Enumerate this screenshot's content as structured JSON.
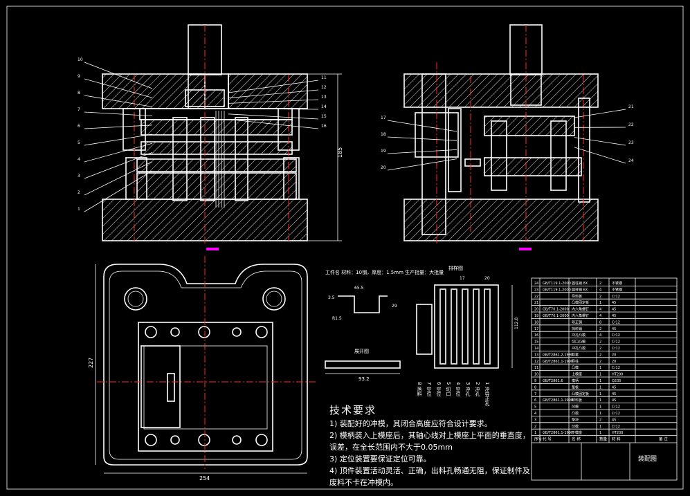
{
  "front_view": {
    "left_callouts": [
      "10",
      "9",
      "8",
      "7",
      "6",
      "5",
      "4",
      "3",
      "2",
      "1"
    ],
    "right_callouts": [
      "11",
      "12",
      "13",
      "14",
      "15",
      "16"
    ],
    "height_dim": "185"
  },
  "side_view": {
    "left_callouts": [
      "17",
      "18",
      "19",
      "20"
    ],
    "right_callouts": [
      "21",
      "22",
      "23",
      "24"
    ]
  },
  "plan_view": {
    "width_dim": "254",
    "height_dim": "227"
  },
  "part_info": "工件名  材料：10钢，厚度：1.5mm  生产批量：大批量",
  "part_dims": {
    "top": "65.5",
    "left": "3.5",
    "right": "29",
    "base": "R1.5"
  },
  "blank_label": "展开图",
  "blank_dim": "93.2",
  "strip_label": "排样图",
  "strip_dims": {
    "a": "17",
    "b": "20",
    "c": "112.8"
  },
  "station_labels": [
    "8 落料",
    "7 空位",
    "6 空位",
    "5 切口",
    "4 空位",
    "3 冲孔",
    "2 冲孔",
    "1 冲导正孔"
  ],
  "tech": {
    "heading": "技术要求",
    "items": [
      "1) 装配好的冲模，其闭合高度应符合设计要求。",
      "2) 模柄装入上模座后，其轴心线对上模座上平面的垂直度，误差，在全长范围内不大于0.05mm",
      "3) 定位装置要保证定位可靠。",
      "4) 顶件装置活动灵活、正确，出料孔畅通无阻，保证制件及废料不卡在冲模内。"
    ]
  },
  "bom": {
    "rows": [
      [
        "24",
        "GB/T119.1-2000",
        "圆柱销 8X",
        "2",
        "不锈钢",
        ""
      ],
      [
        "23",
        "GB/T119.1-2000",
        "圆柱销 6X",
        "4",
        "不锈钢",
        ""
      ],
      [
        "22",
        "",
        "导料板",
        "2",
        "Cr12",
        ""
      ],
      [
        "21",
        "",
        "凸模固定板",
        "1",
        "45",
        ""
      ],
      [
        "20",
        "GB/T70.1-2000",
        "内六角螺钉",
        "4",
        "45",
        ""
      ],
      [
        "19",
        "GB/T70.1-2000",
        "内六角螺钉",
        "4",
        "45",
        ""
      ],
      [
        "18",
        "",
        "导正销",
        "8",
        "Cr12",
        ""
      ],
      [
        "17",
        "",
        "挡料销",
        "2",
        "45",
        ""
      ],
      [
        "16",
        "",
        "冲孔凸模",
        "4",
        "Cr12",
        ""
      ],
      [
        "15",
        "",
        "切口凸模",
        "2",
        "Cr12",
        ""
      ],
      [
        "14",
        "",
        "冲孔凸模",
        "2",
        "Cr12",
        ""
      ],
      [
        "13",
        "GB/T2861.2-1990",
        "导套",
        "2",
        "20",
        ""
      ],
      [
        "12",
        "GB/T2861.1-1990",
        "导柱",
        "2",
        "20",
        ""
      ],
      [
        "11",
        "",
        "凸模",
        "1",
        "Cr12",
        ""
      ],
      [
        "10",
        "",
        "上模座",
        "1",
        "HT200",
        ""
      ],
      [
        "9",
        "GB/T2861.6",
        "模柄",
        "1",
        "Q235",
        ""
      ],
      [
        "8",
        "",
        "垫板",
        "1",
        "45",
        ""
      ],
      [
        "7",
        "",
        "凸模固定板",
        "1",
        "45",
        ""
      ],
      [
        "6",
        "GB/T2861.1-1990",
        "卸料板",
        "1",
        "45",
        ""
      ],
      [
        "5",
        "",
        "凹模",
        "1",
        "Cr12",
        ""
      ],
      [
        "4",
        "",
        "凸模",
        "1",
        "Cr12",
        ""
      ],
      [
        "3",
        "",
        "垫块",
        "2",
        "45",
        ""
      ],
      [
        "2",
        "",
        "凹模",
        "1",
        "Cr12",
        ""
      ],
      [
        "1",
        "GB/T2861.1-1990",
        "下模座",
        "1",
        "HT200",
        ""
      ]
    ],
    "header": [
      "序号",
      "代 号",
      "名 称",
      "数量",
      "材 料",
      "备 注"
    ],
    "drawing_name": "装配图"
  }
}
